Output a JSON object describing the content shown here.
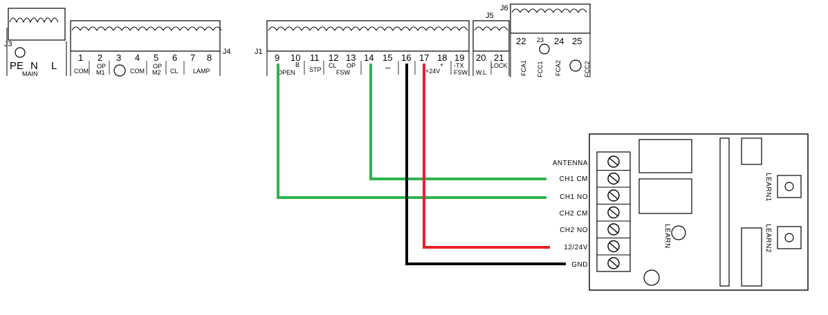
{
  "colors": {
    "green": "#2ab54b",
    "black": "#000000",
    "red": "#e8202a"
  },
  "j3": {
    "name": "J3",
    "pins": [
      "PE",
      "N",
      "L"
    ],
    "group": "MAIN"
  },
  "j4": {
    "name": "J4",
    "numbers": [
      "1",
      "2",
      "3",
      "4",
      "5",
      "6",
      "7",
      "8"
    ],
    "labels": {
      "com1": "COM",
      "op_m1_a": "OP",
      "op_m1_b": "M1",
      "com2": "COM",
      "op_m2_a": "OP",
      "op_m2_b": "M2",
      "cl": "CL",
      "lamp": "LAMP"
    }
  },
  "j1": {
    "name": "J1",
    "numbers": [
      "9",
      "10",
      "11",
      "12",
      "13",
      "14",
      "15",
      "16",
      "17",
      "18",
      "19"
    ],
    "labels": {
      "open": "OPEN",
      "b": "B",
      "stp": "STP",
      "cl": "CL",
      "op": "OP",
      "fsw": "FSW",
      "minus": "–",
      "plus": "+",
      "v24": "+24V",
      "tx": "-TX",
      "fsw2": "FSW"
    }
  },
  "j5": {
    "name": "J5",
    "numbers": [
      "20",
      "21"
    ],
    "labels": {
      "wl": "W.L",
      "lock": "LOCK"
    }
  },
  "j6": {
    "name": "J6",
    "numbers": [
      "22",
      "23",
      "24",
      "25"
    ],
    "labels": [
      "FCA1",
      "FCC1",
      "FCA2",
      "FCC2"
    ]
  },
  "receiver": {
    "terminals": [
      "ANTENNA",
      "CH1 CM",
      "CH1 NO",
      "CH2 CM",
      "CH2 NO",
      "12/24V",
      "GND"
    ],
    "learn": "LEARN",
    "learn1": "LEARN1",
    "learn2": "LEARN2"
  },
  "wires": [
    {
      "from": "9",
      "to": "CH1 NO",
      "color": "green"
    },
    {
      "from": "14",
      "to": "CH1 CM",
      "color": "green"
    },
    {
      "from": "16",
      "to": "GND",
      "color": "black"
    },
    {
      "from": "17",
      "to": "12/24V",
      "color": "red"
    }
  ]
}
